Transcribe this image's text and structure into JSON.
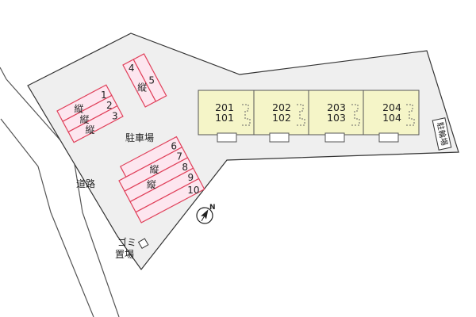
{
  "site_label": "駐車場",
  "road_label": "道路",
  "garbage_label": [
    "ゴミ",
    "置場"
  ],
  "bicycle_label": "駐輪場",
  "north_label": "N",
  "units": [
    {
      "upper": "201",
      "lower": "101"
    },
    {
      "upper": "202",
      "lower": "102"
    },
    {
      "upper": "203",
      "lower": "103"
    },
    {
      "upper": "204",
      "lower": "104"
    }
  ],
  "parking_spaces": {
    "tate_label": "縦",
    "numbers": [
      "1",
      "2",
      "3",
      "4",
      "5",
      "6",
      "7",
      "8",
      "9",
      "10"
    ]
  },
  "colors": {
    "site_fill": "#efefef",
    "building_fill": "#f5f5c8",
    "parking_fill": "#fde6ef",
    "parking_stroke": "#e0405a",
    "outline": "#333333"
  }
}
